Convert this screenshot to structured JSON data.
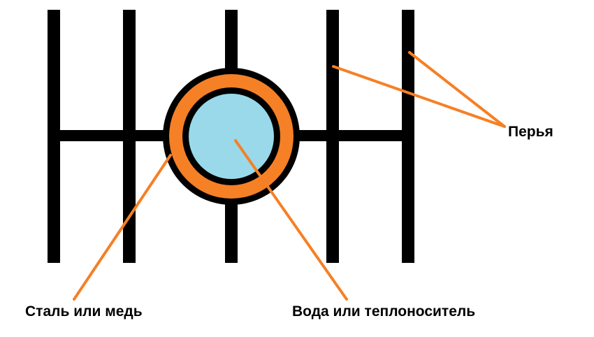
{
  "labels": {
    "fins": "Перья",
    "tube_material": "Сталь или медь",
    "coolant": "Вода или теплоноситель"
  },
  "colors": {
    "background": "#ffffff",
    "structure": "#000000",
    "tube_wall": "#f58025",
    "coolant": "#99d9ea",
    "leader_lines": "#f58025"
  }
}
